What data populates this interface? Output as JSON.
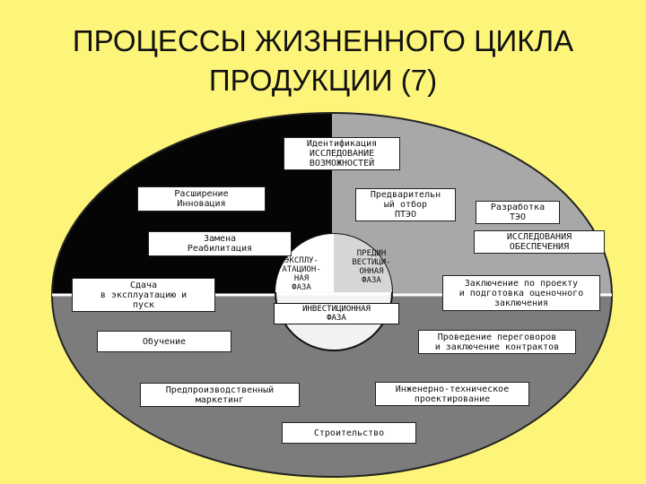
{
  "title": "ПРОЦЕССЫ ЖИЗНЕННОГО ЦИКЛА\nПРОДУКЦИИ (7)",
  "colors": {
    "background": "#fdf57a",
    "operational_phase": "#050505",
    "preinvestment_phase": "#a8a8a8",
    "investment_phase": "#7c7c7c",
    "boxes": "#ffffff"
  },
  "phases": {
    "operational": "ЭКСПЛУ-\nАТАЦИОН-\nНАЯ\nФАЗА",
    "preinvestment": "ПРЕДИН\nВЕСТИЦИ-\nОННАЯ\nФАЗА",
    "investment": "ИНВЕСТИЦИОННАЯ\nФАЗА"
  },
  "steps": {
    "identification": "Идентификация\nИССЛЕДОВАНИЕ\nВОЗМОЖНОСТЕЙ",
    "preliminary_selection": "Предварительн\nый отбор\nПТЭО",
    "teo_development": "Разработка\nТЭО",
    "support_research": "ИССЛЕДОВАНИЯ\nОБЕСПЕЧЕНИЯ",
    "conclusion": "Заключение по проекту\nи подготовка оценочного\nзаключения",
    "negotiations": "Проведение переговоров\nи заключение контрактов",
    "engineering_design": "Инженерно-техническое\nпроектирование",
    "construction": "Строительство",
    "preproduction_marketing": "Предпроизводственный\nмаркетинг",
    "training": "Обучение",
    "commissioning": "Сдача\nв эксплуатацию и\nпуск",
    "replacement": "Замена\nРеабилитация",
    "expansion": "Расширение\nИнновация"
  }
}
